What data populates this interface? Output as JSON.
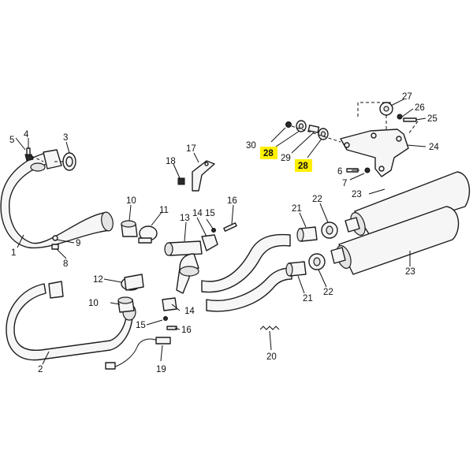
{
  "highlight_color": "#ffef00",
  "callouts": {
    "c1": "1",
    "c2": "2",
    "c3": "3",
    "c4": "4",
    "c5": "5",
    "c6": "6",
    "c7": "7",
    "c8": "8",
    "c9": "9",
    "c10a": "10",
    "c10b": "10",
    "c11": "11",
    "c12": "12",
    "c13": "13",
    "c14a": "14",
    "c14b": "14",
    "c15a": "15",
    "c15b": "15",
    "c16a": "16",
    "c16b": "16",
    "c17": "17",
    "c18": "18",
    "c19": "19",
    "c20": "20",
    "c21a": "21",
    "c21b": "21",
    "c22a": "22",
    "c22b": "22",
    "c23a": "23",
    "c23b": "23",
    "c24": "24",
    "c25": "25",
    "c26": "26",
    "c27": "27",
    "c28a": "28",
    "c28b": "28",
    "c29": "29",
    "c30": "30"
  }
}
